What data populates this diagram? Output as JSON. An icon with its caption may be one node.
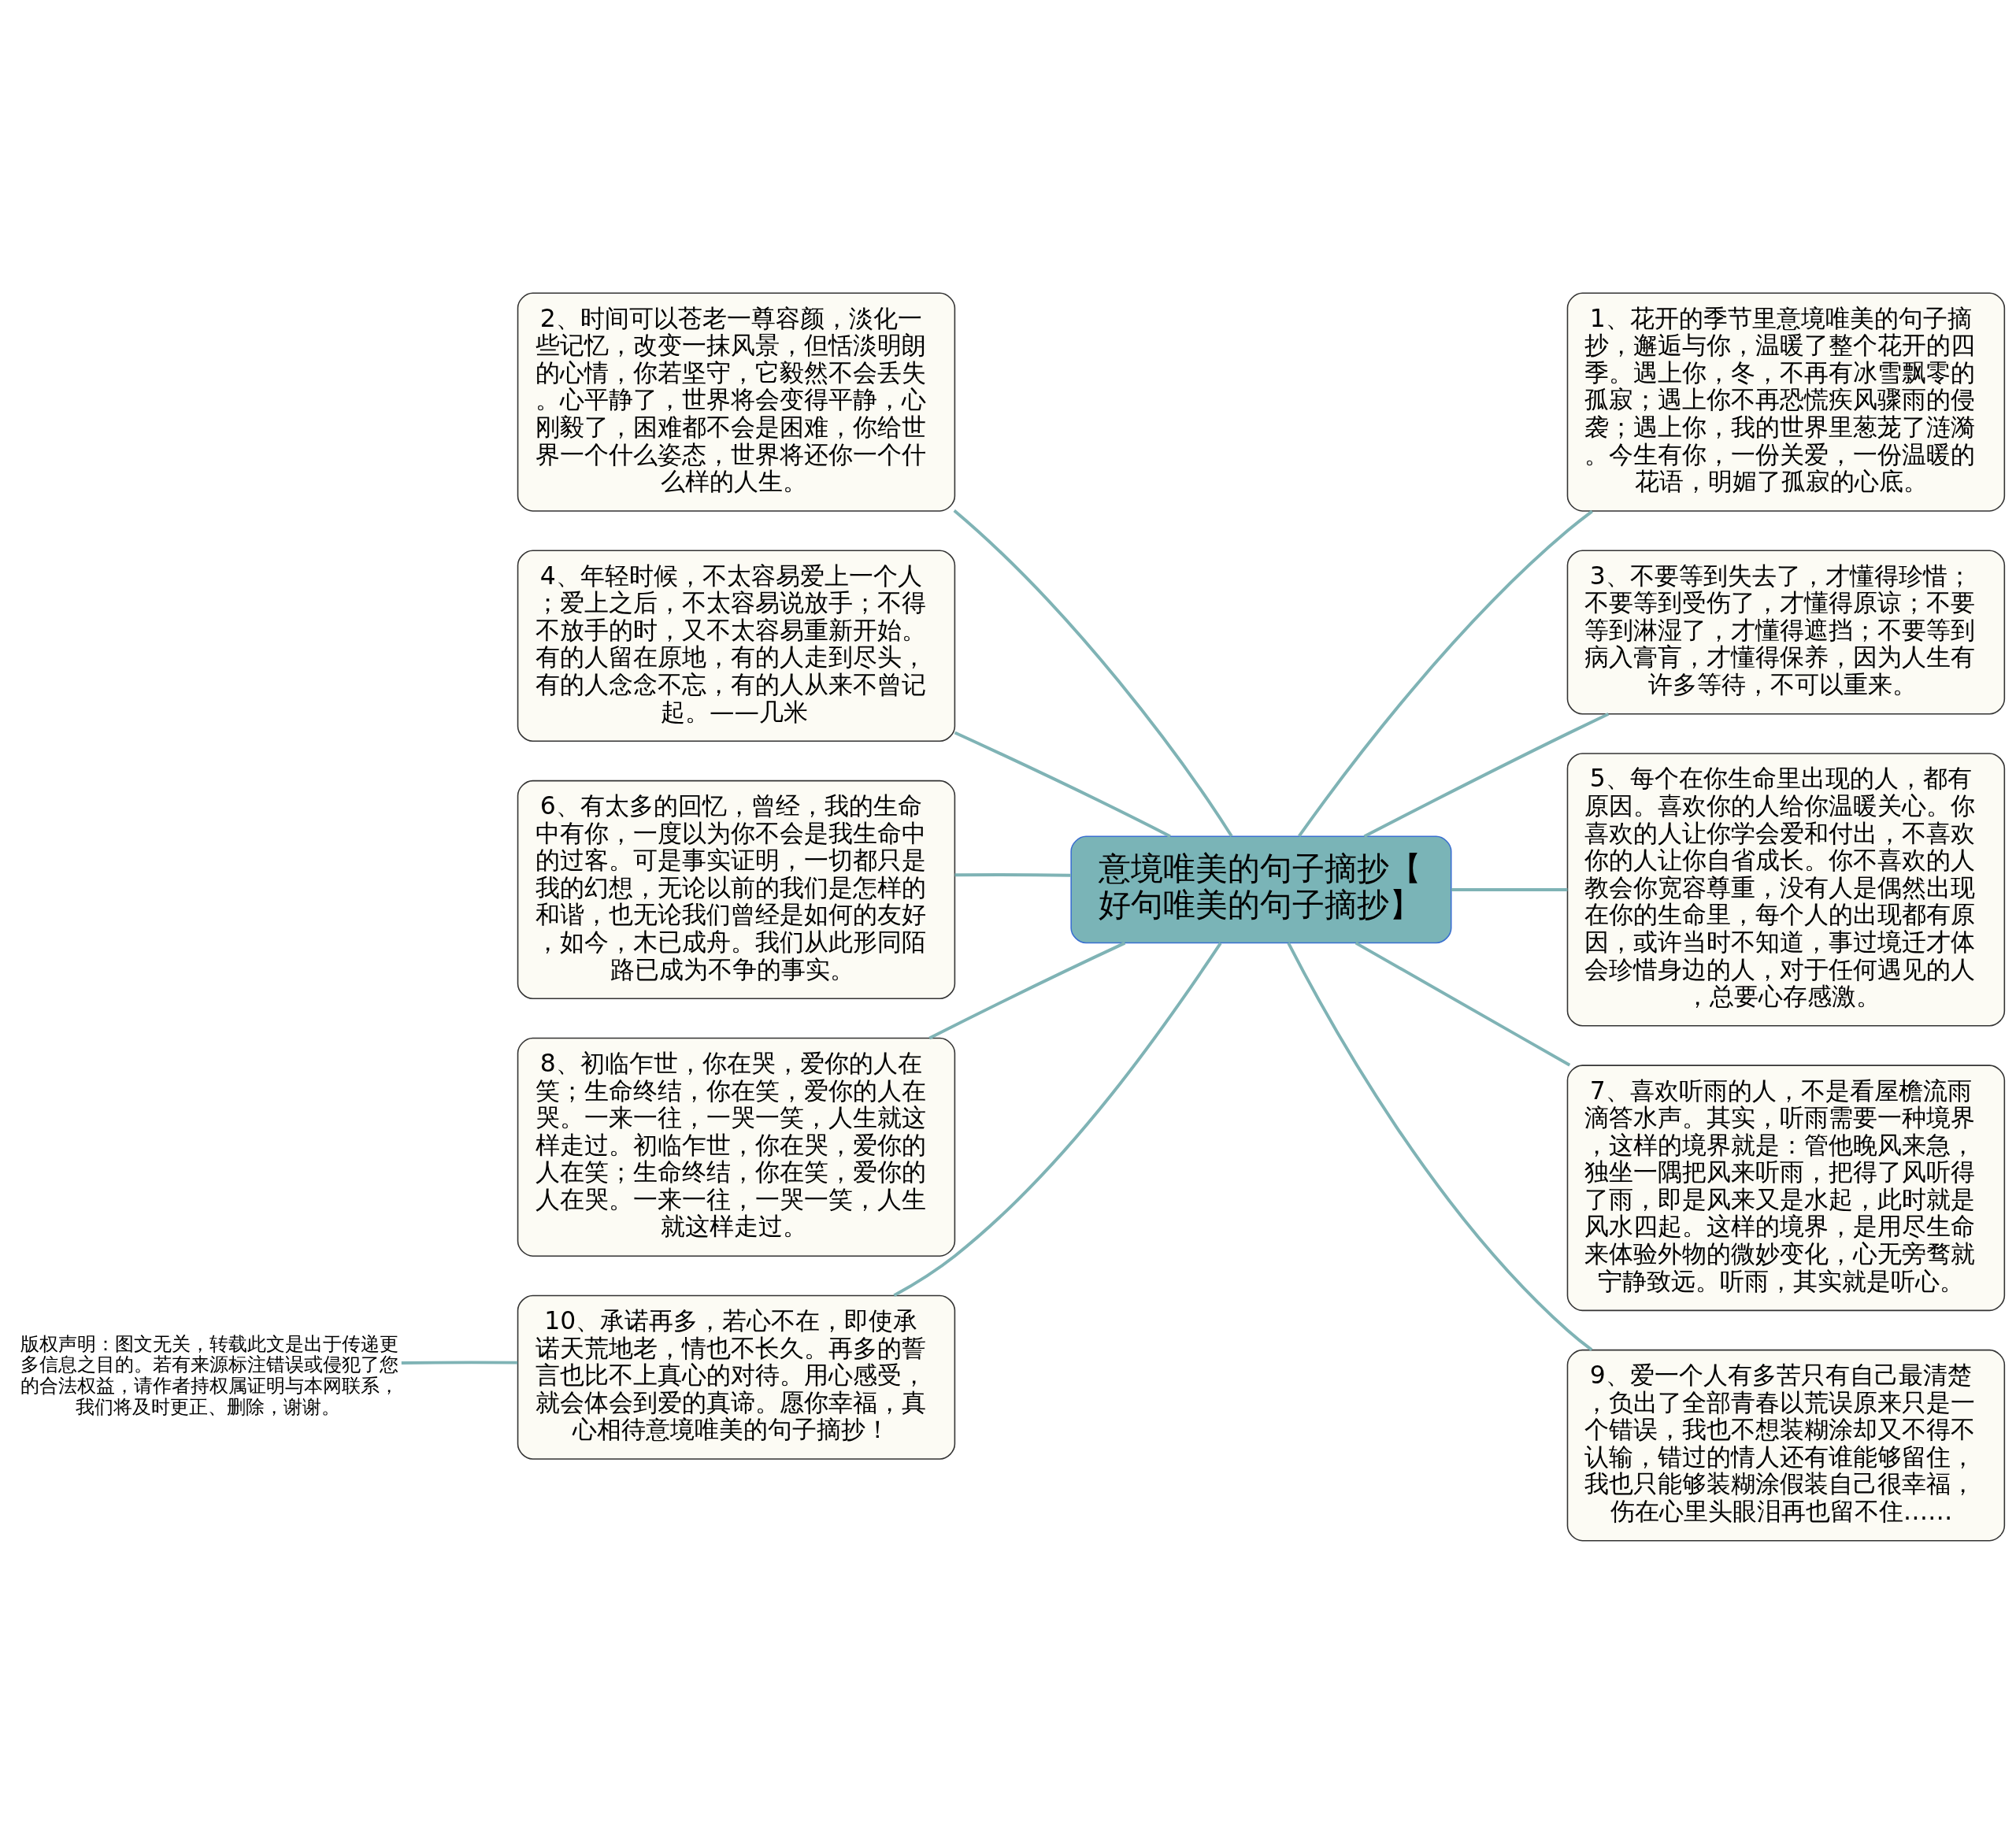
{
  "diagram": {
    "nodes": [
      {
        "text": [
          "意境唯美的句子摘抄【好句唯美的句子摘抄】"
        ]
      },
      {
        "text": [
          "1、花开的季节里意境唯美的句子摘抄，邂逅与你，温暖了整个花开的四季。遇上你，冬，不再有冰雪飘零的孤寂；遇上你不再恐慌疾风骤雨的侵袭；遇上你，我的世界里葱茏了涟漪。今生有你，一份关爱，一份温暖的花语，明媚了孤寂的心底。"
        ]
      },
      {
        "text": [
          "2、时间可以苍老一尊容颜，淡化一些记忆，改变一抹风景，但恬淡明朗的心情，你若坚守，它毅然不会丢失。心平静了，世界将会变得平静，心刚毅了，困难都不会是困难，你给世界一个什么姿态，世界将还你一个什么样的人生。"
        ]
      },
      {
        "text": [
          "3、不要等到失去了，才懂得珍惜；不要等到受伤了，才懂得原谅；不要等到淋湿了，才懂得遮挡；不要等到病入膏肓，才懂得保养，因为人生有许多等待，不可以重来。"
        ]
      },
      {
        "text": [
          "4、年轻时候，不太容易爱上一个人；爱上之后，不太容易说放手；不得不放手的时，又不太容易重新开始。有的人留在原地，有的人走到尽头，有的人念念不忘，有的人从来不曾记起。——几米"
        ]
      },
      {
        "text": [
          "5、每个在你生命里出现的人，都有原因。喜欢你的人给你温暖关心。你喜欢的人让你学会爱和付出，不喜欢你的人让你自省成长。你不喜欢的人教会你宽容尊重，没有人是偶然出现在你的生命里，每个人的出现都有原因，或许当时不知道，事过境迁才体会珍惜身边的人，对于任何遇见的人，总要心存感激。"
        ]
      },
      {
        "text": [
          "6、有太多的回忆，曾经，我的生命中有你，一度以为你不会是我生命中的过客。可是事实证明，一切都只是我的幻想，无论以前的我们是怎样的和谐，也无论我们曾经是如何的友好，如今，木已成舟。我们从此形同陌路已成为不争的事实。"
        ]
      },
      {
        "text": [
          "7、喜欢听雨的人，不是看屋檐流雨滴答水声。其实，听雨需要一种境界，这样的境界就是：管他晚风来急，独坐一隅把风来听雨，把得了风听得了雨，即是风来又是水起，此时就是风水四起。这样的境界，是用尽生命来体验外物的微妙变化，心无旁骛就宁静致远。听雨，其实就是听心。"
        ]
      },
      {
        "text": [
          "8、初临乍世，你在哭，爱你的人在笑；生命终结，你在笑，爱你的人在哭。一来一往，一哭一笑，人生就这样走过。初临乍世，你在哭，爱你的人在笑；生命终结，你在笑，爱你的人在哭。一来一往，一哭一笑，人生就这样走过。"
        ]
      },
      {
        "text": [
          "9、爱一个人有多苦只有自己最清楚，负出了全部青春以荒误原来只是一个错误，我也不想装糊涂却又不得不认输，错过的情人还有谁能够留住，我也只能够装糊涂假装自己很幸福，伤在心里头眼泪再也留不住……"
        ]
      },
      {
        "text": [
          "10、承诺再多，若心不在，即使承诺天荒地老，情也不长久。再多的誓言也比不上真心的对待。用心感受，就会体会到爱的真谛。愿你幸福，真心相待意境唯美的句子摘抄！"
        ]
      },
      {
        "text": [
          "版权声明：图文无关，转载此文是出于传递更多信息之目的。若有来源标注错误或侵犯了您的合法权益，请作者持权属证明与本网联系，我们将及时更正、删除，谢谢。"
        ]
      }
    ],
    "edges": [
      {
        "from": 0,
        "to": 1,
        "arrow": "none"
      },
      {
        "from": 0,
        "to": 2,
        "arrow": "none"
      },
      {
        "from": 0,
        "to": 3,
        "arrow": "none"
      },
      {
        "from": 0,
        "to": 4,
        "arrow": "none"
      },
      {
        "from": 0,
        "to": 5,
        "arrow": "none"
      },
      {
        "from": 0,
        "to": 6,
        "arrow": "none"
      },
      {
        "from": 0,
        "to": 7,
        "arrow": "none"
      },
      {
        "from": 0,
        "to": 8,
        "arrow": "none"
      },
      {
        "from": 0,
        "to": 9,
        "arrow": "none"
      },
      {
        "from": 0,
        "to": 10,
        "arrow": "none"
      },
      {
        "from": 10,
        "to": 11,
        "arrow": "none"
      }
    ]
  }
}
